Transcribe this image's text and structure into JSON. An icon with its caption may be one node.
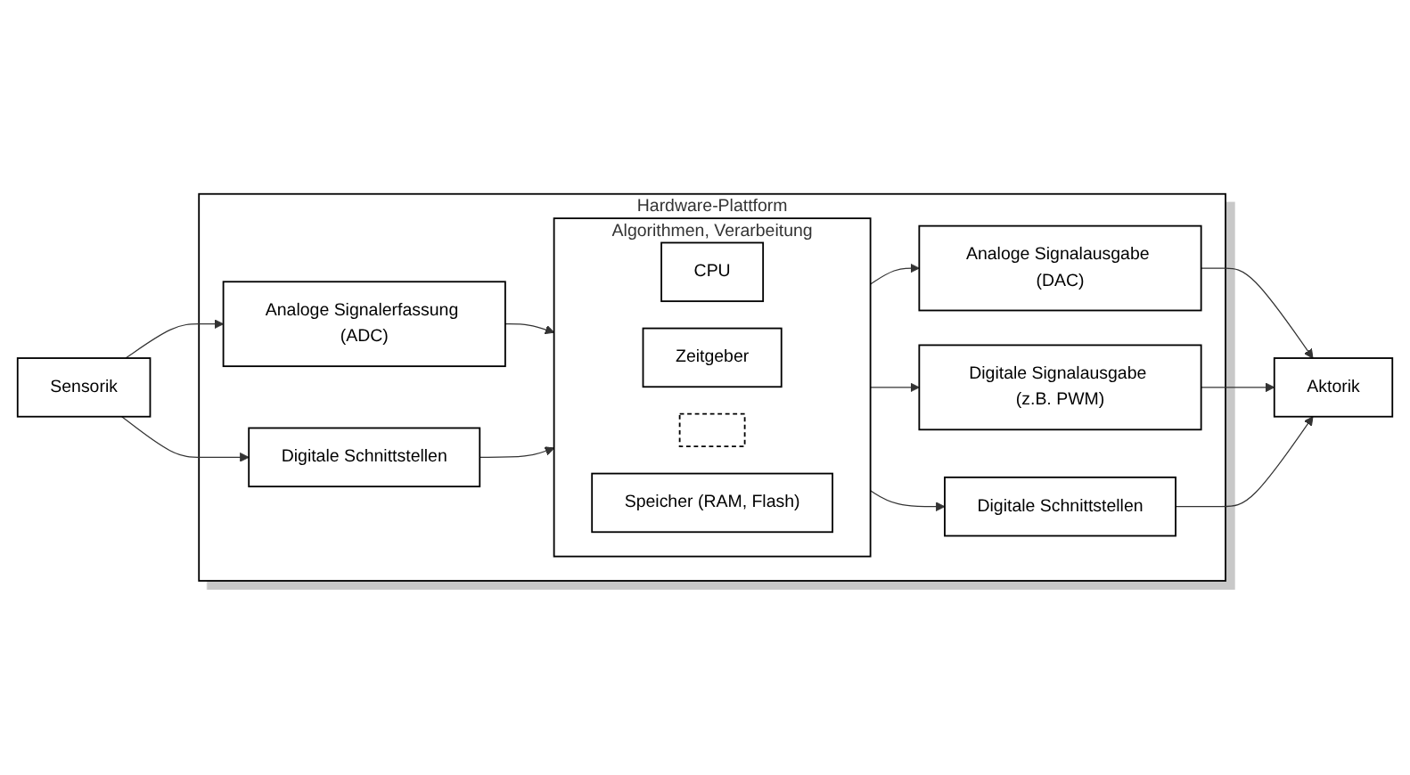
{
  "diagram": {
    "nodes": [
      {
        "text": [
          "Sensorik"
        ]
      },
      {
        "text": [
          "Hardware-Plattform"
        ]
      },
      {
        "text": [
          "Analoge Signalerfassung (ADC)"
        ],
        "in": 1
      },
      {
        "text": [
          "Digitale Schnittstellen"
        ],
        "in": 1
      },
      {
        "text": [
          "Algorithmen, Verarbeitung"
        ],
        "in": 1
      },
      {
        "text": [
          "CPU"
        ],
        "in": 4
      },
      {
        "text": [
          "Zeitgeber"
        ],
        "in": 4
      },
      {
        "text": [],
        "shape": "box",
        "in": 4
      },
      {
        "text": [
          "Speicher (RAM, Flash)"
        ],
        "in": 4
      },
      {
        "text": [
          "Analoge Signalausgabe (DAC)"
        ],
        "in": 1
      },
      {
        "text": [
          "Digitale Signalausgabe (z.B. PWM)"
        ],
        "in": 1
      },
      {
        "text": [
          "Digitale Schnittstellen"
        ],
        "in": 1
      },
      {
        "text": [
          "Aktorik"
        ]
      }
    ],
    "edges": [
      {
        "from": 0,
        "to": 2,
        "arrow": "to"
      },
      {
        "from": 0,
        "to": 3,
        "arrow": "to"
      },
      {
        "from": 2,
        "to": 4,
        "arrow": "to"
      },
      {
        "from": 3,
        "to": 4,
        "arrow": "to"
      },
      {
        "from": 4,
        "to": 9,
        "arrow": "to"
      },
      {
        "from": 4,
        "to": 10,
        "arrow": "to"
      },
      {
        "from": 4,
        "to": 11,
        "arrow": "to"
      },
      {
        "from": 9,
        "to": 12,
        "arrow": "to"
      },
      {
        "from": 10,
        "to": 12,
        "arrow": "to"
      },
      {
        "from": 11,
        "to": 12,
        "arrow": "to"
      }
    ]
  }
}
